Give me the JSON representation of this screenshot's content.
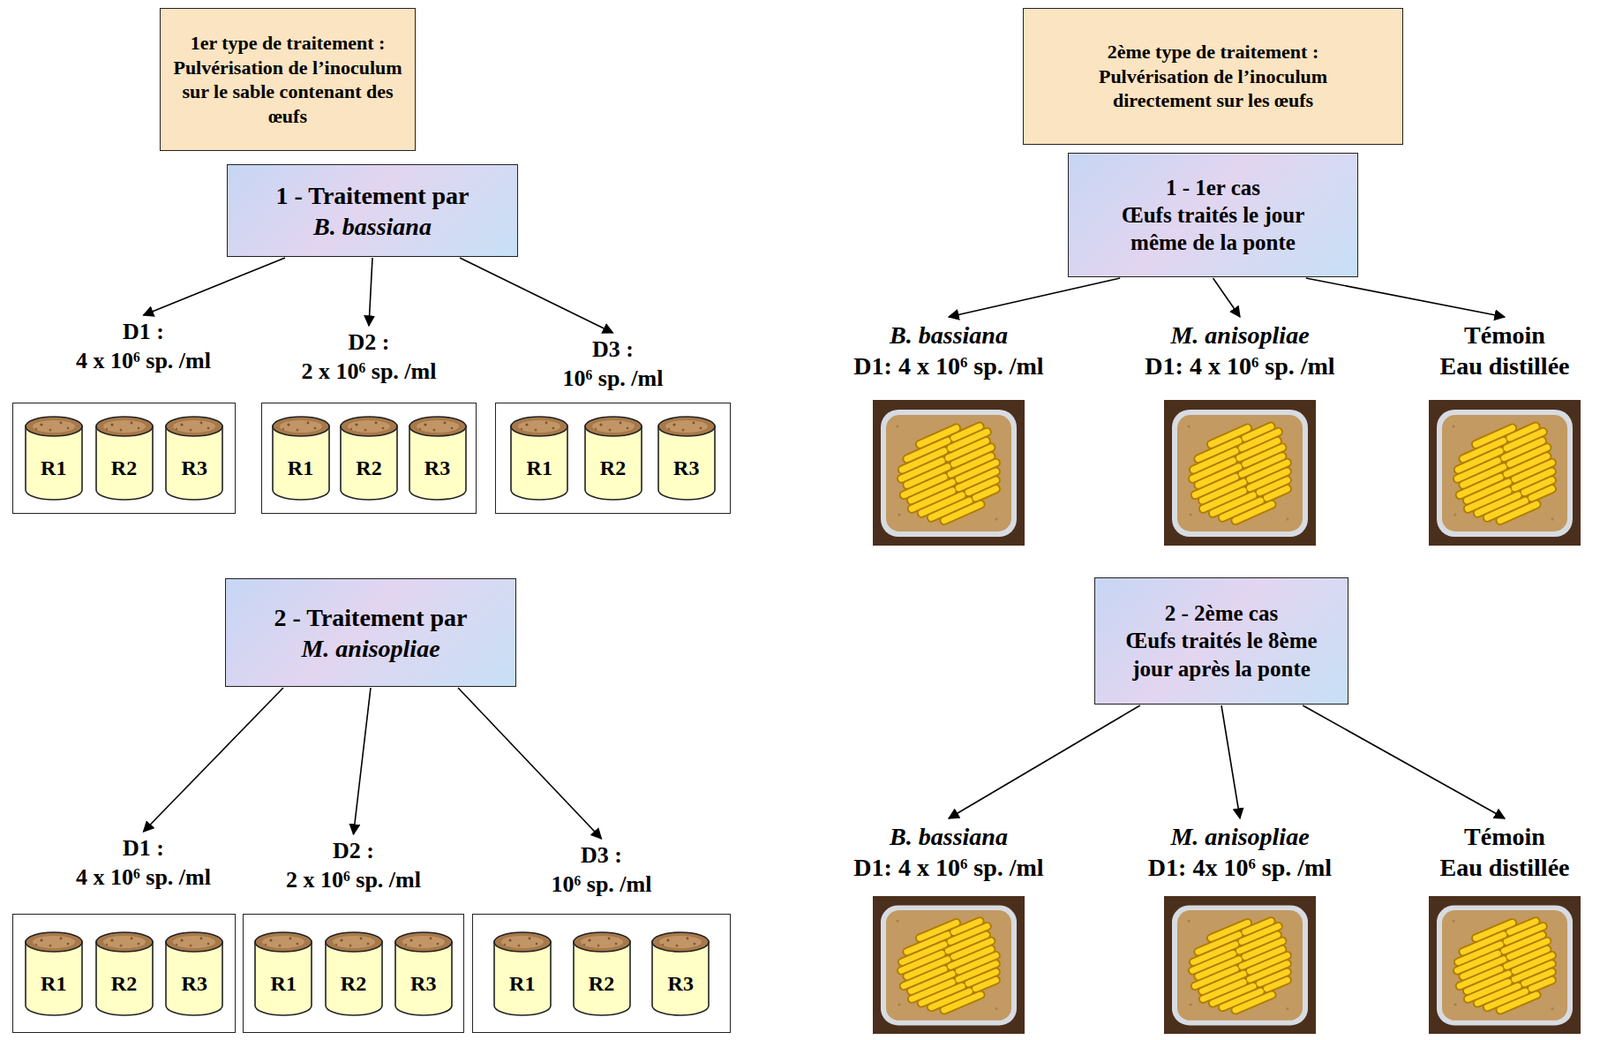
{
  "diagram": {
    "nodes": [
      {
        "text": [
          "1er type de traitement :",
          "Pulvérisation de l’inoculum sur le sable contenant des œufs"
        ]
      },
      {
        "text": [
          "1 - Traitement par",
          "B. bassiana"
        ]
      },
      {
        "text": [
          "D1 :",
          "4 x 10⁶ sp. /ml"
        ]
      },
      {
        "text": [
          "R1"
        ],
        "in": 2
      },
      {
        "text": [
          "R2"
        ],
        "in": 2
      },
      {
        "text": [
          "R3"
        ],
        "in": 2
      },
      {
        "text": [
          "D2 :",
          "2 x 10⁶ sp. /ml"
        ]
      },
      {
        "text": [
          "R1"
        ],
        "in": 6
      },
      {
        "text": [
          "R2"
        ],
        "in": 6
      },
      {
        "text": [
          "R3"
        ],
        "in": 6
      },
      {
        "text": [
          "D3 :",
          "10⁶ sp. /ml"
        ]
      },
      {
        "text": [
          "R1"
        ],
        "in": 10
      },
      {
        "text": [
          "R2"
        ],
        "in": 10
      },
      {
        "text": [
          "R3"
        ],
        "in": 10
      },
      {
        "text": [
          "2 - Traitement par",
          "M. anisopliae"
        ]
      },
      {
        "text": [
          "D1 :",
          "4 x 10⁶ sp. /ml"
        ]
      },
      {
        "text": [
          "R1"
        ],
        "in": 15
      },
      {
        "text": [
          "R2"
        ],
        "in": 15
      },
      {
        "text": [
          "R3"
        ],
        "in": 15
      },
      {
        "text": [
          "D2 :",
          "2 x 10⁶ sp. /ml"
        ]
      },
      {
        "text": [
          "R1"
        ],
        "in": 19
      },
      {
        "text": [
          "R2"
        ],
        "in": 19
      },
      {
        "text": [
          "R3"
        ],
        "in": 19
      },
      {
        "text": [
          "D3 :",
          "10⁶ sp. /ml"
        ]
      },
      {
        "text": [
          "R1"
        ],
        "in": 23
      },
      {
        "text": [
          "R2"
        ],
        "in": 23
      },
      {
        "text": [
          "R3"
        ],
        "in": 23
      },
      {
        "text": [
          "2ème type de traitement :",
          "Pulvérisation de l’inoculum directement sur les œufs"
        ]
      },
      {
        "text": [
          "1 - 1er cas",
          "Œufs traités le jour même de la ponte"
        ]
      },
      {
        "text": [
          "B. bassiana",
          "D1: 4 x 10⁶ sp. /ml"
        ]
      },
      {
        "text": [
          "M. anisopliae",
          "D1: 4 x 10⁶ sp. /ml"
        ]
      },
      {
        "text": [
          "Témoin",
          "Eau distillée"
        ]
      },
      {
        "text": [
          "2 - 2ème cas",
          "Œufs traités le 8ème jour après la ponte"
        ]
      },
      {
        "text": [
          "B. bassiana",
          "D1: 4 x 10⁶ sp. /ml"
        ]
      },
      {
        "text": [
          "M. anisopliae",
          "D1: 4x 10⁶ sp. /ml"
        ]
      },
      {
        "text": [
          "Témoin",
          "Eau distillée"
        ]
      }
    ],
    "edges": [
      {
        "from": 1,
        "to": 2,
        "arrow": "to"
      },
      {
        "from": 1,
        "to": 6,
        "arrow": "to"
      },
      {
        "from": 1,
        "to": 10,
        "arrow": "to"
      },
      {
        "from": 14,
        "to": 15,
        "arrow": "to"
      },
      {
        "from": 14,
        "to": 19,
        "arrow": "to"
      },
      {
        "from": 14,
        "to": 23,
        "arrow": "to"
      },
      {
        "from": 28,
        "to": 29,
        "arrow": "to"
      },
      {
        "from": 28,
        "to": 30,
        "arrow": "to"
      },
      {
        "from": 28,
        "to": 31,
        "arrow": "to"
      },
      {
        "from": 32,
        "to": 33,
        "arrow": "to"
      },
      {
        "from": 32,
        "to": 34,
        "arrow": "to"
      },
      {
        "from": 32,
        "to": 35,
        "arrow": "to"
      }
    ]
  }
}
